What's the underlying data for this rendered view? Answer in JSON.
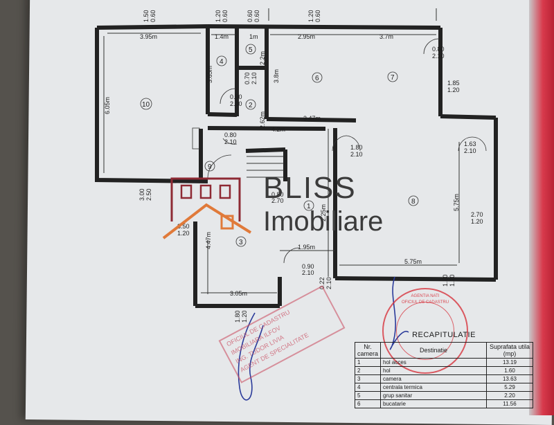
{
  "plan": {
    "top_dims": [
      "3.95m",
      "1.4m",
      "1m",
      "2.95m",
      "3.7m"
    ],
    "window_marks": [
      "1.50",
      "0.60",
      "1.20",
      "0.60",
      "0.60",
      "0.60",
      "1.20",
      "0.60"
    ],
    "door_labels": {
      "d1": [
        "0.80",
        "2.10"
      ],
      "d2": [
        "0.90",
        "2.10"
      ],
      "d3": [
        "0.80",
        "2.10"
      ],
      "d4": [
        "1.80",
        "2.10"
      ],
      "d5": [
        "1.63",
        "2.10"
      ],
      "d6": [
        "0.90",
        "2.10"
      ],
      "d7": [
        "0.80",
        "2.70"
      ]
    },
    "window_labels": {
      "w1": [
        "1.85",
        "1.20"
      ],
      "w2": [
        "2.70",
        "1.20"
      ],
      "w3": [
        "3.00",
        "2.50"
      ],
      "w4": [
        "3.50",
        "1.20"
      ]
    },
    "vertical_dims": {
      "v1": "6.05m",
      "v2": "3.65m",
      "v3": "2.2m",
      "v4": "3.8m",
      "v5": "4.47m",
      "v6": "5.75m",
      "v7": "0.70",
      "v8": "2.10",
      "v9": "2.62m",
      "v10": "2.25m"
    },
    "inner_dims": [
      "4.2m",
      "3.47m",
      "1.95m",
      "5.75m",
      "3.05m"
    ],
    "bottom_marks": [
      "0.22",
      "2.10",
      "1.80",
      "1.20",
      "1.80",
      "1.20"
    ],
    "rooms": [
      "1",
      "2",
      "3",
      "4",
      "5",
      "6",
      "7",
      "8",
      "9",
      "10"
    ]
  },
  "logo": {
    "word1": "BLISS",
    "word2": "Imobiliare"
  },
  "stamps": {
    "round": {
      "line1": "AGENTIA NATI",
      "line2": "OFICIUL DE CADASTRU"
    },
    "rect": [
      "OFICIUL DE CADASTRU",
      "IMOBILIARA ILFOV",
      "ING. TUDOR LIVIA",
      "AGENT DE SPECIALITATE"
    ]
  },
  "recap": {
    "title": "RECAPITULATIE",
    "headers": [
      "Nr. camera",
      "Destinatie",
      "Suprafata utila (mp)"
    ],
    "rows": [
      {
        "nr": "1",
        "name": "hol acces",
        "area": "13.19"
      },
      {
        "nr": "2",
        "name": "hol",
        "area": "1.60"
      },
      {
        "nr": "3",
        "name": "camera",
        "area": "13.63"
      },
      {
        "nr": "4",
        "name": "centrala termica",
        "area": "5.29"
      },
      {
        "nr": "5",
        "name": "grup sanitar",
        "area": "2.20"
      },
      {
        "nr": "6",
        "name": "bucatarie",
        "area": "11.56"
      }
    ]
  },
  "colors": {
    "paper": "#e6e8ea",
    "ink": "#222222",
    "stamp_red": "#d62832",
    "logo_orange": "#e07a3a",
    "logo_red": "#8e2a34"
  }
}
